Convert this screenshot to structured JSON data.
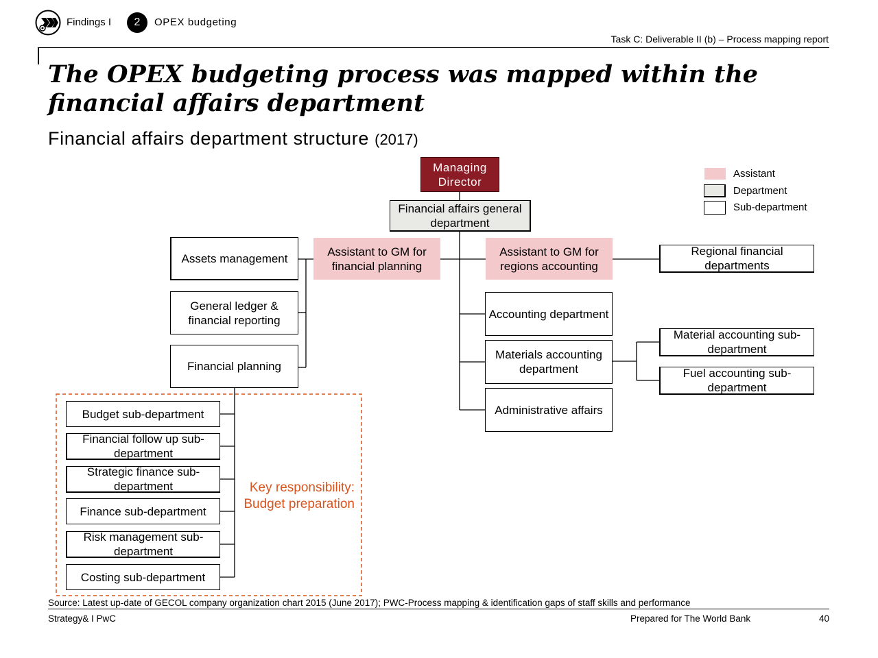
{
  "header": {
    "section": "Findings I",
    "step_number": "2",
    "step_title": "OPEX budgeting",
    "task": "Task C: Deliverable II (b) – Process mapping report"
  },
  "title": "The OPEX budgeting process was mapped within the financial affairs department",
  "subtitle": {
    "main": "Financial affairs department structure",
    "year": "(2017)"
  },
  "legend": [
    {
      "label": "Assistant",
      "color": "#f3c9cc"
    },
    {
      "label": "Department",
      "color": "#e9e9e6"
    },
    {
      "label": "Sub-department",
      "color": "#ffffff"
    }
  ],
  "org": {
    "managing_director": "Managing Director",
    "general_department": "Financial affairs general department",
    "assistant_planning": "Assistant to GM for financial planning",
    "assistant_regions": "Assistant to GM for regions accounting",
    "regional": "Regional financial departments",
    "assets": "Assets management",
    "general_ledger": "General ledger & financial reporting",
    "financial_planning": "Financial planning",
    "accounting": "Accounting department",
    "materials": "Materials accounting department",
    "material_sub": "Material accounting sub-department",
    "fuel_sub": "Fuel accounting sub-department",
    "admin": "Administrative affairs",
    "budget_sub": "Budget sub-department",
    "follow_up_sub": "Financial follow up sub-department",
    "strategic_sub": "Strategic finance sub-department",
    "finance_sub": "Finance sub-department",
    "risk_sub": "Risk management sub-department",
    "costing_sub": "Costing sub-department"
  },
  "key_responsibility": {
    "line1": "Key responsibility:",
    "line2": "Budget preparation",
    "color": "#d9541e"
  },
  "footer": {
    "source": "Source: Latest up-date of GECOL company organization chart 2015 (June 2017); PWC-Process mapping & identification gaps of staff skills and performance",
    "brand": "Strategy& I PwC",
    "prepared": "Prepared for The World Bank",
    "page": "40"
  }
}
